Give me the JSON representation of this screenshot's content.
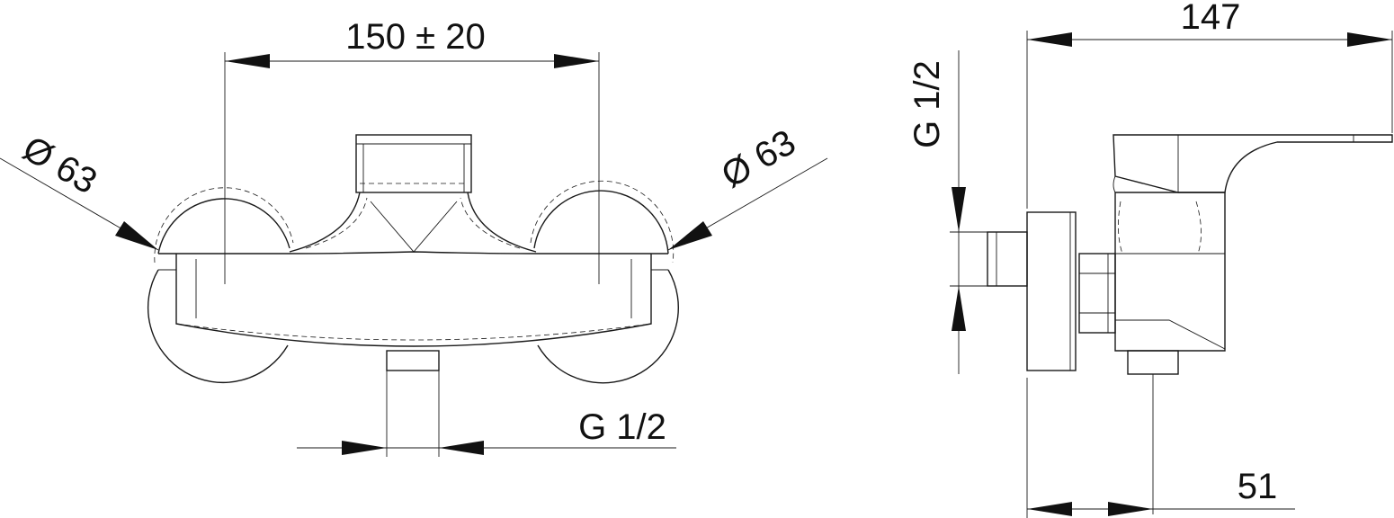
{
  "front_view": {
    "center_distance_label": "150 ± 20",
    "left_diameter_label": "Ø 63",
    "right_diameter_label": "Ø 63",
    "outlet_thread_label": "G 1/2"
  },
  "side_view": {
    "depth_label": "147",
    "inlet_thread_label": "G 1/2",
    "outlet_offset_label": "51"
  }
}
